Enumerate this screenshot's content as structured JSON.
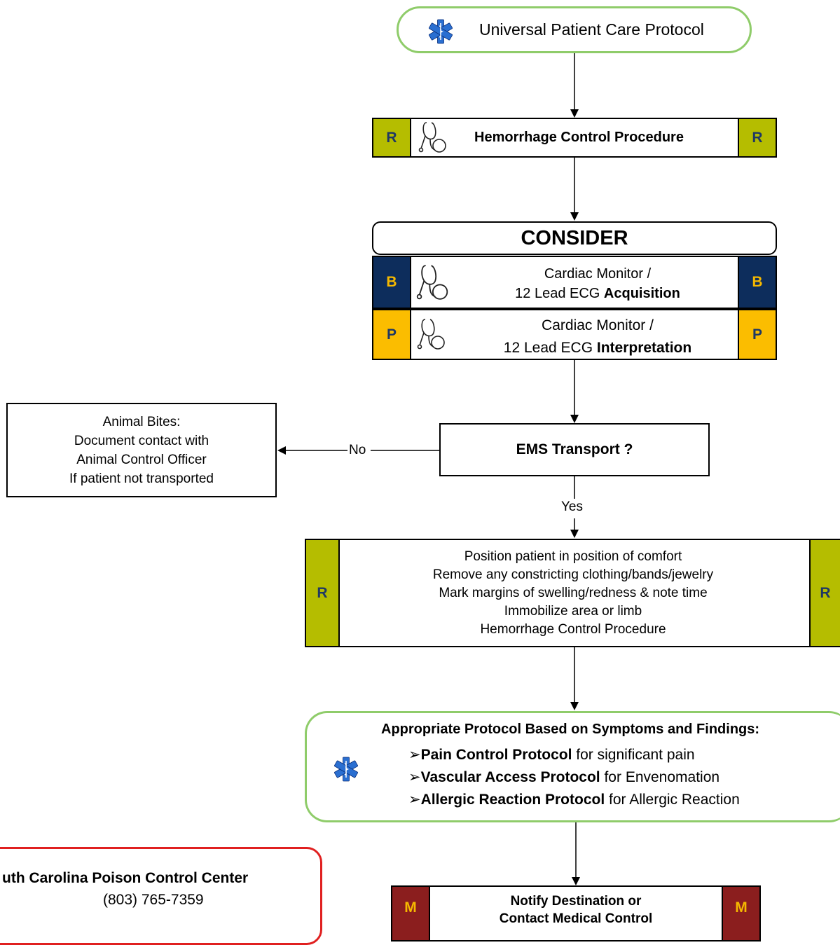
{
  "start": {
    "title": "Universal Patient Care Protocol"
  },
  "hemorrhage": {
    "label": "Hemorrhage Control Procedure",
    "level": "R"
  },
  "consider": {
    "title": "CONSIDER",
    "acquisition": {
      "line1": "Cardiac Monitor /",
      "line2_prefix": "12 Lead ECG ",
      "line2_bold": "Acquisition",
      "level": "B"
    },
    "interpretation": {
      "line1": "Cardiac Monitor /",
      "line2_prefix": "12 Lead ECG ",
      "line2_bold": "Interpretation",
      "level": "P"
    }
  },
  "transport": {
    "question": "EMS Transport ?",
    "no_label": "No",
    "yes_label": "Yes"
  },
  "animal_bites": {
    "lines": [
      "Animal Bites:",
      "Document contact with",
      "Animal Control Officer",
      "If patient not transported"
    ]
  },
  "care": {
    "level": "R",
    "lines": [
      "Position patient in position of comfort",
      "Remove any constricting clothing/bands/jewelry",
      "Mark margins of swelling/redness & note time",
      "Immobilize area or limb",
      "Hemorrhage Control Procedure"
    ]
  },
  "protocols": {
    "heading": "Appropriate Protocol Based on Symptoms and Findings:",
    "bullet": "➢",
    "items": [
      {
        "bold": "Pain Control Protocol",
        "rest": " for significant pain"
      },
      {
        "bold": "Vascular Access Protocol",
        "rest": " for Envenomation"
      },
      {
        "bold": "Allergic Reaction Protocol",
        "rest": " for Allergic Reaction"
      }
    ]
  },
  "notify": {
    "line1": "Notify Destination or",
    "line2": "Contact Medical Control",
    "level": "M"
  },
  "poison": {
    "name": "uth Carolina Poison Control Center",
    "phone": "(803) 765-7359"
  },
  "colors": {
    "green_outline": "#8fcc6a",
    "level_r": "#b5bd00",
    "level_b": "#0d2d5c",
    "level_p": "#fbbd00",
    "level_m": "#8b1e1e",
    "poison_border": "#e02020"
  },
  "icons": {
    "star_of_life": "star-of-life-icon",
    "stethoscope": "stethoscope-icon"
  }
}
